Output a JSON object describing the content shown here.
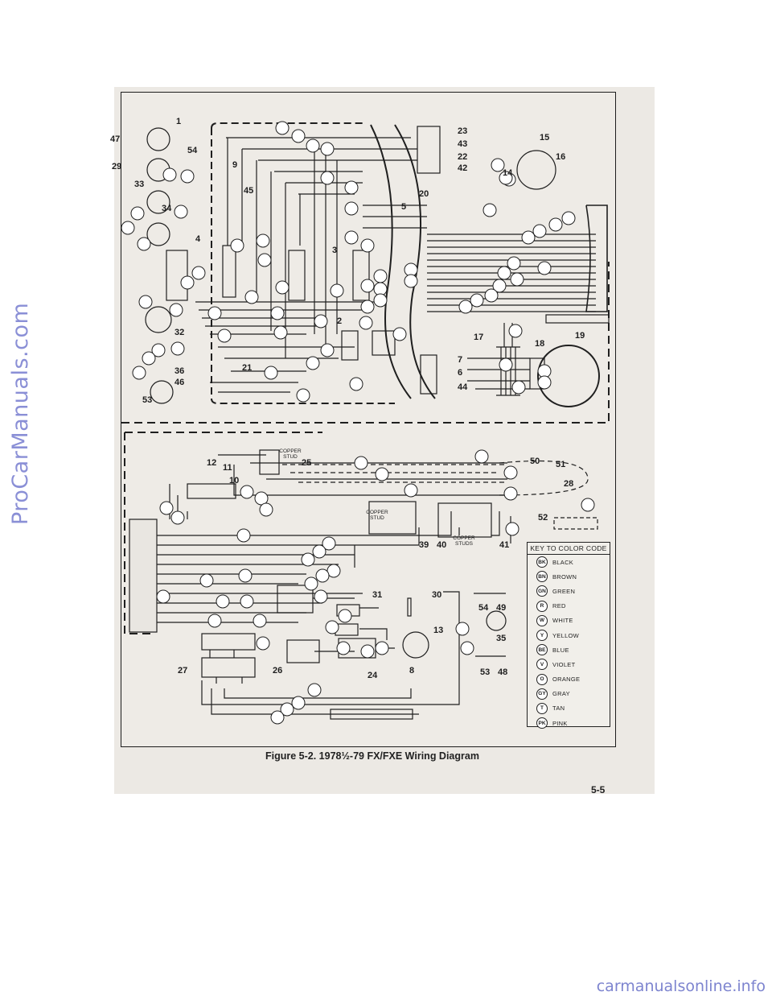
{
  "watermark_side": "ProCarManuals.com",
  "watermark_bottom": "carmanualsonline.info",
  "caption": "Figure 5-2. 1978½-79 FX/FXE Wiring Diagram",
  "page_number": "5-5",
  "key": {
    "title": "KEY TO COLOR CODE",
    "colors": [
      {
        "code": "BK",
        "name": "BLACK"
      },
      {
        "code": "BN",
        "name": "BROWN"
      },
      {
        "code": "GN",
        "name": "GREEN"
      },
      {
        "code": "R",
        "name": "RED"
      },
      {
        "code": "W",
        "name": "WHITE"
      },
      {
        "code": "Y",
        "name": "YELLOW"
      },
      {
        "code": "BE",
        "name": "BLUE"
      },
      {
        "code": "V",
        "name": "VIOLET"
      },
      {
        "code": "O",
        "name": "ORANGE"
      },
      {
        "code": "GY",
        "name": "GRAY"
      },
      {
        "code": "T",
        "name": "TAN"
      },
      {
        "code": "PK",
        "name": "PINK"
      }
    ]
  },
  "callouts": [
    "1",
    "47",
    "54",
    "29",
    "9",
    "45",
    "33",
    "34",
    "4",
    "3",
    "2",
    "5",
    "32",
    "36",
    "46",
    "53",
    "21",
    "23",
    "43",
    "22",
    "42",
    "20",
    "15",
    "16",
    "14",
    "17",
    "18",
    "19",
    "7",
    "6",
    "44",
    "12",
    "11",
    "10",
    "25",
    "50",
    "51",
    "28",
    "52",
    "39",
    "40",
    "41",
    "31",
    "30",
    "54",
    "49",
    "13",
    "35",
    "53",
    "48",
    "8",
    "24",
    "27",
    "26"
  ],
  "labels": {
    "copper_stud_1": "COPPER STUD",
    "copper_stud_2": "COPPER STUD",
    "copper_studs": "COPPER STUDS"
  }
}
